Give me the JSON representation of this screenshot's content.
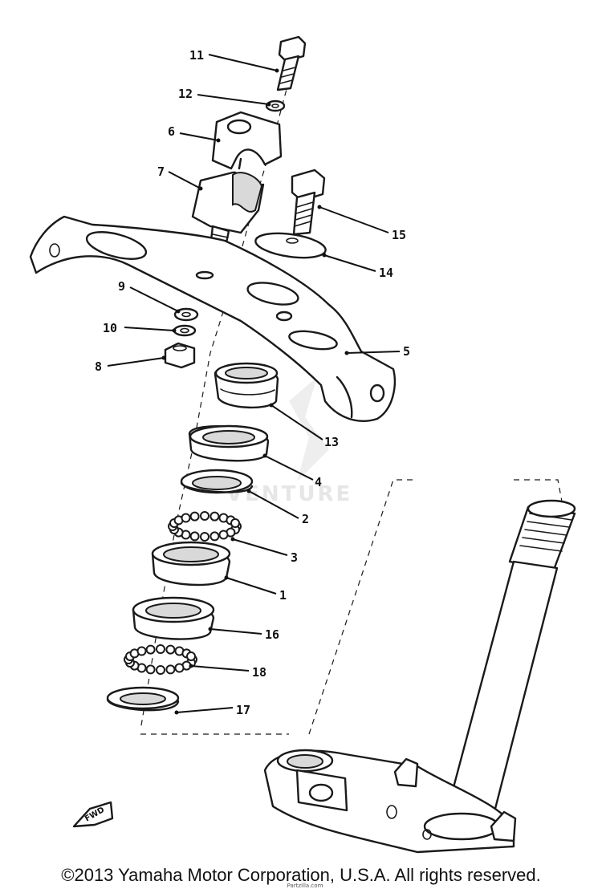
{
  "labels": [
    {
      "id": "1",
      "text": "1"
    },
    {
      "id": "2",
      "text": "2"
    },
    {
      "id": "3",
      "text": "3"
    },
    {
      "id": "4",
      "text": "4"
    },
    {
      "id": "5",
      "text": "5"
    },
    {
      "id": "6",
      "text": "6"
    },
    {
      "id": "7",
      "text": "7"
    },
    {
      "id": "8",
      "text": "8"
    },
    {
      "id": "9",
      "text": "9"
    },
    {
      "id": "10",
      "text": "10"
    },
    {
      "id": "11",
      "text": "11"
    },
    {
      "id": "12",
      "text": "12"
    },
    {
      "id": "13",
      "text": "13"
    },
    {
      "id": "14",
      "text": "14"
    },
    {
      "id": "15",
      "text": "15"
    },
    {
      "id": "16",
      "text": "16"
    },
    {
      "id": "17",
      "text": "17"
    },
    {
      "id": "18",
      "text": "18"
    }
  ],
  "watermark": "VENTURE",
  "fwd_label": "FWD",
  "copyright": "©2013 Yamaha Motor Corporation, U.S.A. All rights reserved.",
  "small_note": "Partzilla.com"
}
